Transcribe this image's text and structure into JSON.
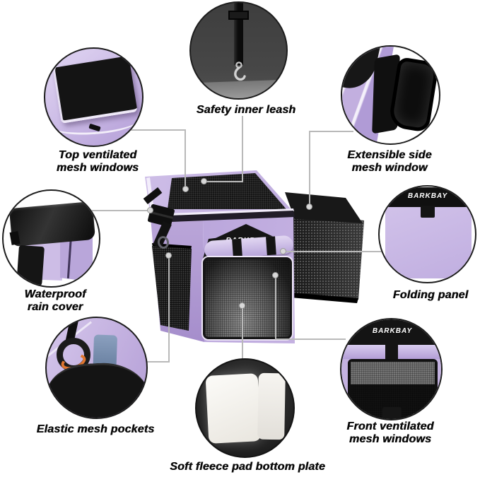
{
  "product": {
    "brand": "BARKBAY"
  },
  "callouts": [
    {
      "id": "top-ventilated-mesh-windows",
      "label": "Top ventilated mesh windows"
    },
    {
      "id": "safety-inner-leash",
      "label": "Safety inner leash"
    },
    {
      "id": "extensible-side-mesh-window",
      "label": "Extensible side mesh window"
    },
    {
      "id": "waterproof-rain-cover",
      "label": "Waterproof rain cover"
    },
    {
      "id": "folding-panel",
      "label": "Folding panel"
    },
    {
      "id": "elastic-mesh-pockets",
      "label": "Elastic mesh pockets"
    },
    {
      "id": "soft-fleece-pad-bottom-plate",
      "label": "Soft fleece pad bottom plate"
    },
    {
      "id": "front-ventilated-mesh-windows",
      "label": "Front ventilated mesh windows"
    }
  ],
  "colors": {
    "background": "#ffffff",
    "fabric_purple": "#c7b5e0",
    "mesh_dark": "#161616",
    "label_text": "#0a0a0a",
    "connector_line": "#b9b9b9",
    "circle_border": "#1d1d1d",
    "brand_text": "#ffffff"
  }
}
